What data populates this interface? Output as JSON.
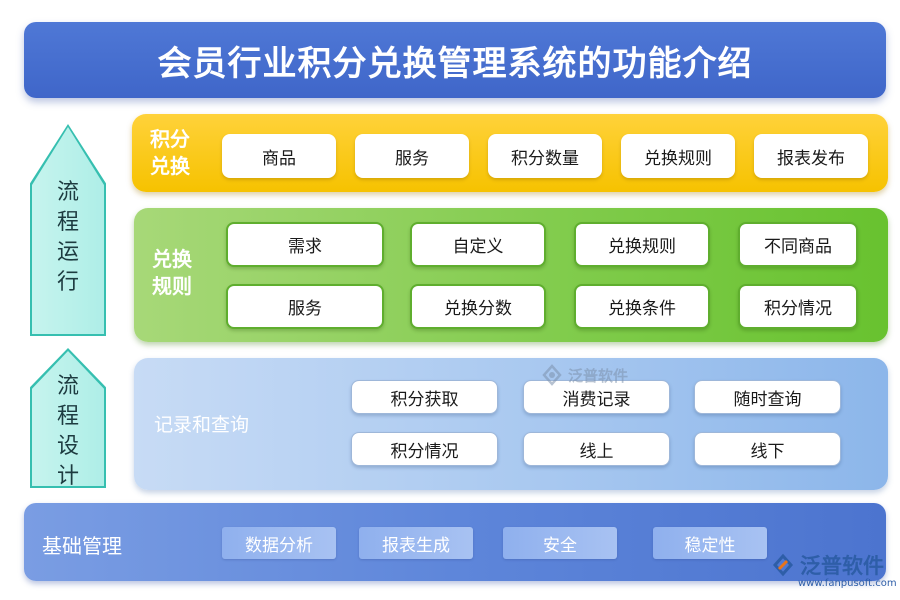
{
  "title": "会员行业积分兑换管理系统的功能介绍",
  "left_arrows": {
    "top": "流程运行",
    "bottom": "流程设计"
  },
  "exchange": {
    "label_line1": "积分",
    "label_line2": "兑换",
    "items": [
      "商品",
      "服务",
      "积分数量",
      "兑换规则",
      "报表发布"
    ]
  },
  "rules": {
    "label_line1": "兑换",
    "label_line2": "规则",
    "items": [
      "需求",
      "自定义",
      "兑换规则",
      "不同商品",
      "服务",
      "兑换分数",
      "兑换条件",
      "积分情况"
    ]
  },
  "records": {
    "label": "记录和查询",
    "items": [
      "积分获取",
      "消费记录",
      "随时查询",
      "积分情况",
      "线上",
      "线下"
    ]
  },
  "base": {
    "label": "基础管理",
    "items": [
      "数据分析",
      "报表生成",
      "安全",
      "稳定性"
    ]
  },
  "watermark": {
    "brand": "泛普软件",
    "url": "www.fanpusoft.com"
  }
}
